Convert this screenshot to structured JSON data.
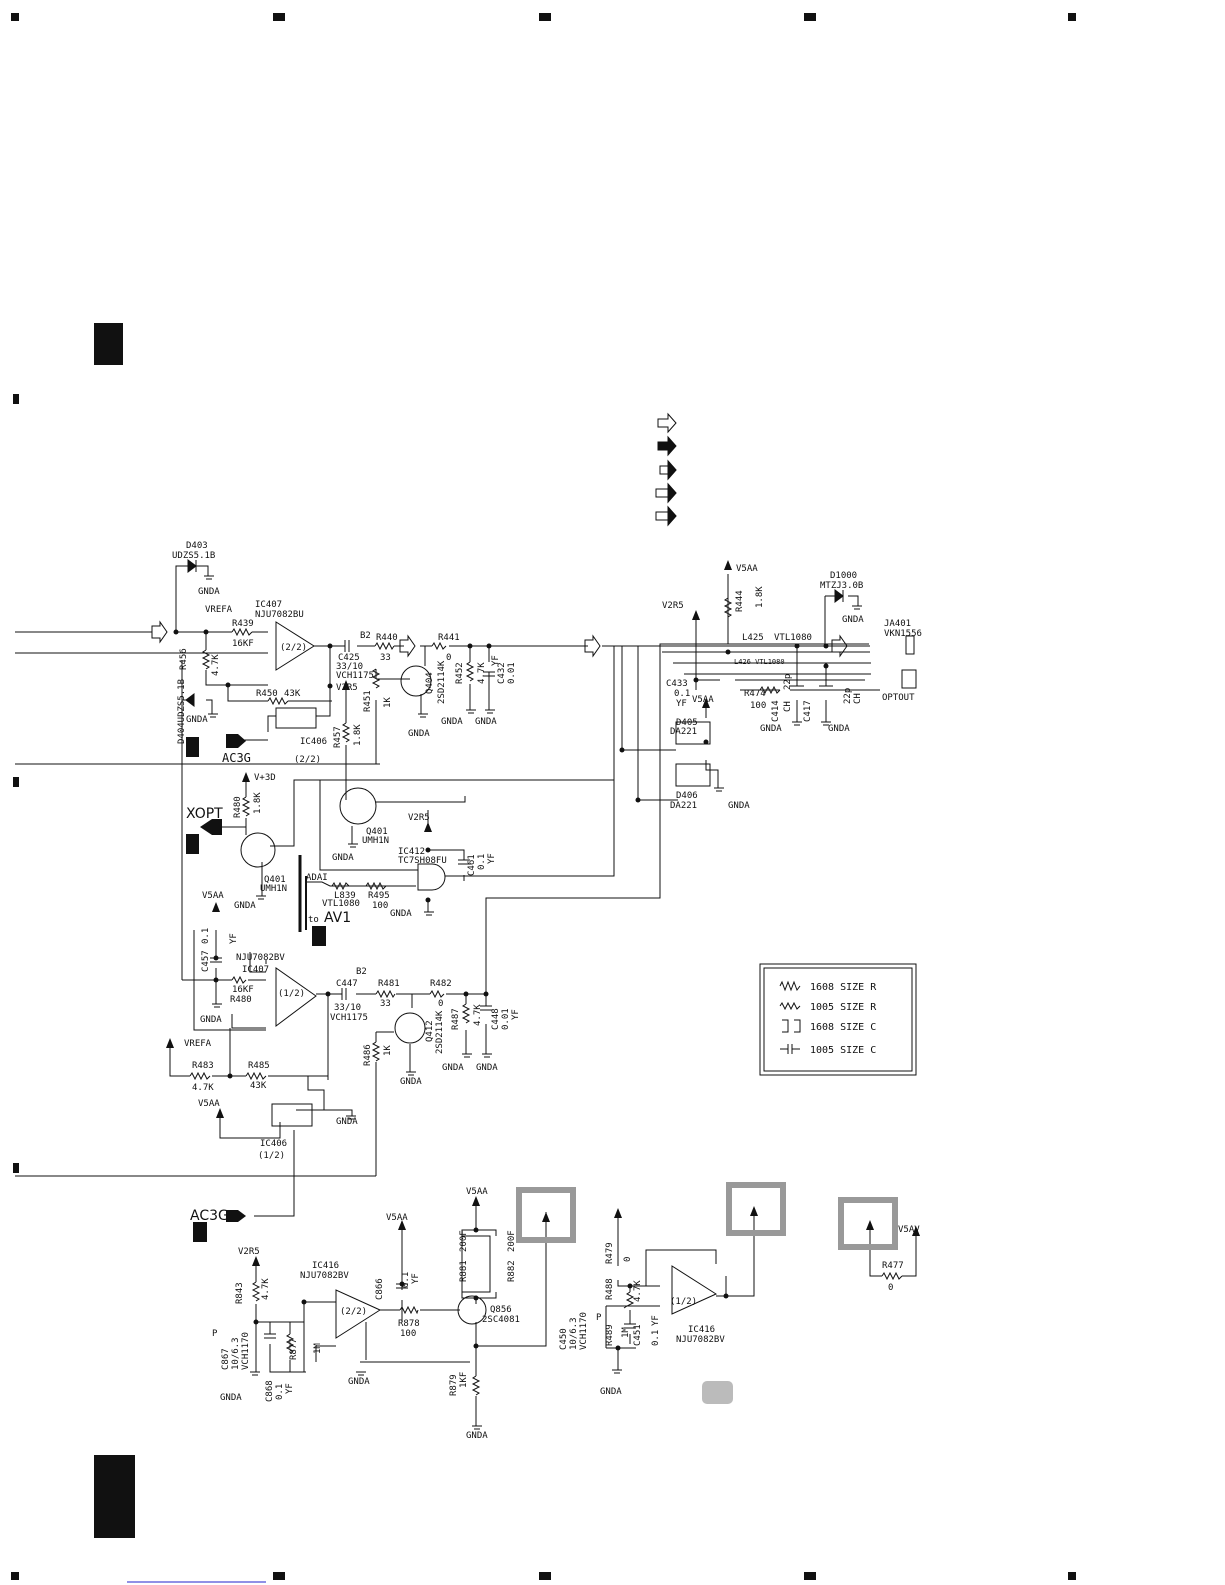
{
  "components": {
    "D403": [
      "D403",
      "UDZS5.1B",
      "GNDA"
    ],
    "D404": "D404UDZS5.1B",
    "D404_gnd": "GNDA",
    "R439": [
      "R439",
      "16KF"
    ],
    "IC407_top": [
      "IC407",
      "NJU7082BU",
      "(2/2)"
    ],
    "R456": [
      "R456",
      "4.7K"
    ],
    "R450": [
      "R450",
      "43K"
    ],
    "vrefa_top": "VREFA",
    "C425": [
      "C425",
      "33/10",
      "VCH1175"
    ],
    "B2_top": "B2",
    "R440": [
      "R440",
      "33"
    ],
    "R441": [
      "R441",
      "0"
    ],
    "R452": [
      "R452",
      "4.7K"
    ],
    "C432": [
      "C432",
      "0.01",
      "YF"
    ],
    "Q404": [
      "Q404",
      "2SD2114K"
    ],
    "gnda_q404": [
      "GNDA",
      "GNDA",
      "GNDA"
    ],
    "v2r5_a": "V2R5",
    "R451": [
      "R451",
      "1K"
    ],
    "IC406_top": [
      "IC406",
      "(2/2)"
    ],
    "ac3g_top": "AC3G",
    "R457": [
      "R457",
      "1.8K"
    ],
    "v3d": "V+3D",
    "R480": [
      "R480",
      "1.8K"
    ],
    "xopt": "XOPT",
    "Q401a": [
      "Q401",
      "UMH1N",
      "GNDA"
    ],
    "Q401b": [
      "Q401",
      "UMH1N",
      "GNDA"
    ],
    "v2r5_b": "V2R5",
    "IC412": [
      "IC412",
      "TC7SH08FU"
    ],
    "C461": [
      "C461",
      "0.1",
      "YF"
    ],
    "adai": "ADAI",
    "L839": [
      "L839",
      "VTL1080"
    ],
    "R495": [
      "R495",
      "100"
    ],
    "gnda_ic412": "GNDA",
    "to_av1": [
      "to",
      "AV1"
    ],
    "v5aa_a": "V5AA",
    "C457": [
      "C457",
      "0.1",
      "YF"
    ],
    "IC407_bot": [
      "NJU7082BV",
      "IC407",
      "16KF",
      "R480",
      "(1/2)",
      "GNDA"
    ],
    "vrefa_bot": "VREFA",
    "R483": [
      "R483",
      "4.7K"
    ],
    "R485": [
      "R485",
      "43K"
    ],
    "C447": [
      "C447",
      "33/10",
      "VCH1175"
    ],
    "B2_bot": "B2",
    "R481": [
      "R481",
      "33"
    ],
    "R482": [
      "R482",
      "0"
    ],
    "R487": [
      "R487",
      "4.7K"
    ],
    "C448": [
      "C448",
      "0.01",
      "YF"
    ],
    "Q412": [
      "Q412",
      "2SD2114K"
    ],
    "gnda_q412": [
      "GNDA",
      "GNDA",
      "GNDA"
    ],
    "R486": [
      "R486",
      "1K"
    ],
    "v5aa_b": "V5AA",
    "IC406_bot": [
      "IC406",
      "(1/2)",
      "GNDA"
    ],
    "ac3g_bot": "AC3G",
    "v5aa_top": "V5AA",
    "R444": [
      "R444",
      "1.8K"
    ],
    "D1000": [
      "D1000",
      "MTZJ3.0B",
      "GNDA"
    ],
    "v2r5_c": "V2R5",
    "L425": [
      "L425",
      "VTL1080"
    ],
    "L426": "L426 VTL1080",
    "JA401": [
      "JA401",
      "VKN1556"
    ],
    "C433": [
      "C433",
      "0.1",
      "YF"
    ],
    "v5aa_c": "V5AA",
    "R474": [
      "R474",
      "100"
    ],
    "C414": [
      "C414",
      "22p",
      "CH"
    ],
    "C417": [
      "C417",
      "22p",
      "CH"
    ],
    "optout": "OPTOUT",
    "gnda_c414": [
      "GNDA",
      "GNDA"
    ],
    "D405": [
      "D405",
      "DA221"
    ],
    "D406": [
      "D406",
      "DA221",
      "GNDA"
    ],
    "v2r5_d": "V2R5",
    "R843": [
      "R843",
      "4.7K"
    ],
    "C867": [
      "P",
      "C867",
      "10/6.3",
      "VCH1170"
    ],
    "R877": [
      "R877",
      "1M"
    ],
    "C868": [
      "C868",
      "0.1",
      "YF",
      "GNDA"
    ],
    "IC416_a": [
      "IC416",
      "NJU7082BV",
      "(2/2)"
    ],
    "v5aa_d": "V5AA",
    "C866": [
      "C866",
      "0.1",
      "YF"
    ],
    "R878": [
      "R878",
      "100"
    ],
    "gnda_ic416": "GNDA",
    "v5aa_e": "V5AA",
    "R881": [
      "R881",
      "200F"
    ],
    "R882": [
      "R882",
      "200F"
    ],
    "Q856": [
      "Q856",
      "2SC4081"
    ],
    "R879": [
      "R879",
      "1KF",
      "GNDA"
    ],
    "R479": [
      "R479",
      "0"
    ],
    "R488": [
      "R488",
      "4.7K"
    ],
    "C450": [
      "C450",
      "10/6.3",
      "VCH1170",
      "P"
    ],
    "R489": [
      "R489",
      "1M"
    ],
    "C451": [
      "C451",
      "0.1",
      "YF",
      "GNDA"
    ],
    "IC416_b": [
      "(1/2)",
      "IC416",
      "NJU7082BV"
    ],
    "v5av": "V5AV",
    "R477": [
      "R477",
      "0"
    ]
  },
  "legend": [
    "1608 SIZE R",
    "1005 SIZE R",
    "1608 SIZE C",
    "1005 SIZE C"
  ]
}
